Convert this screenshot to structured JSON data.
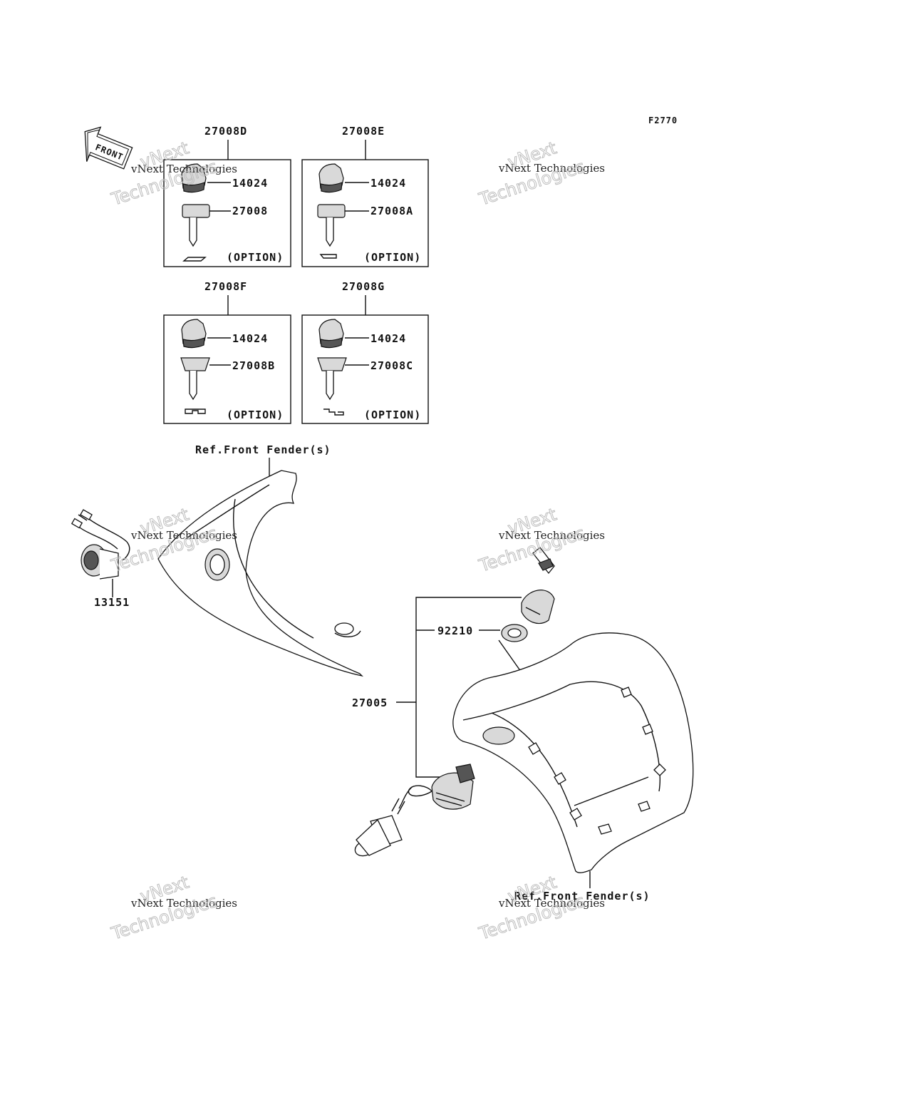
{
  "figure_code": "F2770",
  "front_arrow_label": "FRONT",
  "key_sets": [
    {
      "set_number": "27008D",
      "cap_part": "14024",
      "key_part": "27008",
      "option_label": "(OPTION)"
    },
    {
      "set_number": "27008E",
      "cap_part": "14024",
      "key_part": "27008A",
      "option_label": "(OPTION)"
    },
    {
      "set_number": "27008F",
      "cap_part": "14024",
      "key_part": "27008B",
      "option_label": "(OPTION)"
    },
    {
      "set_number": "27008G",
      "cap_part": "14024",
      "key_part": "27008C",
      "option_label": "(OPTION)"
    }
  ],
  "callouts": {
    "ref_front_fender_top": "Ref.Front Fender(s)",
    "ref_front_fender_bottom": "Ref.Front Fender(s)",
    "socket": "13151",
    "nut": "92210",
    "switch_assembly": "27005"
  },
  "watermark": {
    "line1": "vNext Technologies",
    "line2": "vNext",
    "line3": "Technologies"
  },
  "colors": {
    "line": "#111111",
    "part_fill": "#d9d9d9",
    "watermark_outline": "#bdbdbd"
  }
}
